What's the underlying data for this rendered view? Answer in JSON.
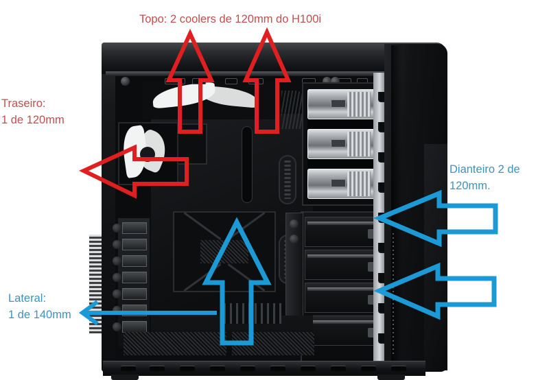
{
  "image": {
    "subject": "Gabinete de computador (PC case) aberto, vista lateral interna",
    "background_color": "#ffffff"
  },
  "colors": {
    "red_annotation": "#C0504D",
    "blue_annotation": "#3E93B9",
    "case_black": "#101113",
    "chrome_silver": "#d8dade"
  },
  "annotations": [
    {
      "id": "topo",
      "text": "Topo: 2 coolers de 120mm do H100i",
      "color": "#C0504D",
      "arrow_style": "outlined-arrow",
      "arrow_direction": "up",
      "arrow_count": 2,
      "position": "top-center"
    },
    {
      "id": "traseiro",
      "text": "Traseiro:\n1 de 120mm",
      "color": "#C0504D",
      "arrow_style": "outlined-arrow",
      "arrow_direction": "left",
      "arrow_count": 1,
      "position": "left-upper"
    },
    {
      "id": "lateral",
      "text": "Lateral:\n1 de 140mm",
      "color": "#3E93B9",
      "arrow_style": "line-arrow",
      "arrow_direction": "left",
      "arrow_count": 1,
      "extra_arrow_style": "outlined-arrow",
      "extra_arrow_direction": "up",
      "position": "left-lower"
    },
    {
      "id": "dianteiro",
      "text": "Dianteiro 2 de\n120mm.",
      "color": "#3E93B9",
      "arrow_style": "outlined-arrow",
      "arrow_direction": "left",
      "arrow_count": 2,
      "position": "right-middle"
    }
  ],
  "labels": {
    "topo": "Topo: 2 coolers de 120mm do H100i",
    "traseiro": "Traseiro:\n1 de 120mm",
    "lateral": "Lateral:\n1 de 140mm",
    "dianteiro": "Dianteiro 2 de\n120mm."
  }
}
